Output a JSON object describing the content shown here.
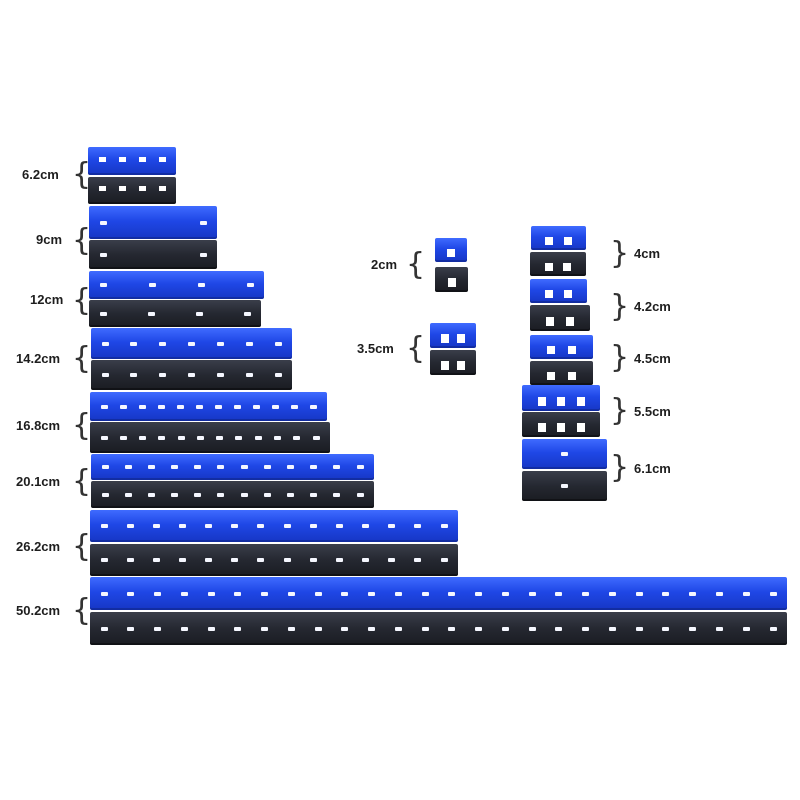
{
  "colors": {
    "blue_blade": "#1f47e6",
    "black_blade": "#252831",
    "background": "#ffffff",
    "label_text": "#1e1e1e"
  },
  "left_column": {
    "sizes": [
      {
        "label": "6.2cm",
        "holes": 4
      },
      {
        "label": "9cm",
        "holes": 2
      },
      {
        "label": "12cm",
        "holes": 4
      },
      {
        "label": "14.2cm",
        "holes": 7
      },
      {
        "label": "16.8cm",
        "holes": 12
      },
      {
        "label": "20.1cm",
        "holes": 12
      },
      {
        "label": "26.2cm",
        "holes": 14
      },
      {
        "label": "50.2cm",
        "holes": 26
      }
    ]
  },
  "middle_column": {
    "sizes": [
      {
        "label": "2cm"
      },
      {
        "label": "3.5cm"
      }
    ]
  },
  "right_column": {
    "sizes": [
      {
        "label": "4cm"
      },
      {
        "label": "4.2cm"
      },
      {
        "label": "4.5cm"
      },
      {
        "label": "5.5cm"
      },
      {
        "label": "6.1cm"
      }
    ]
  }
}
